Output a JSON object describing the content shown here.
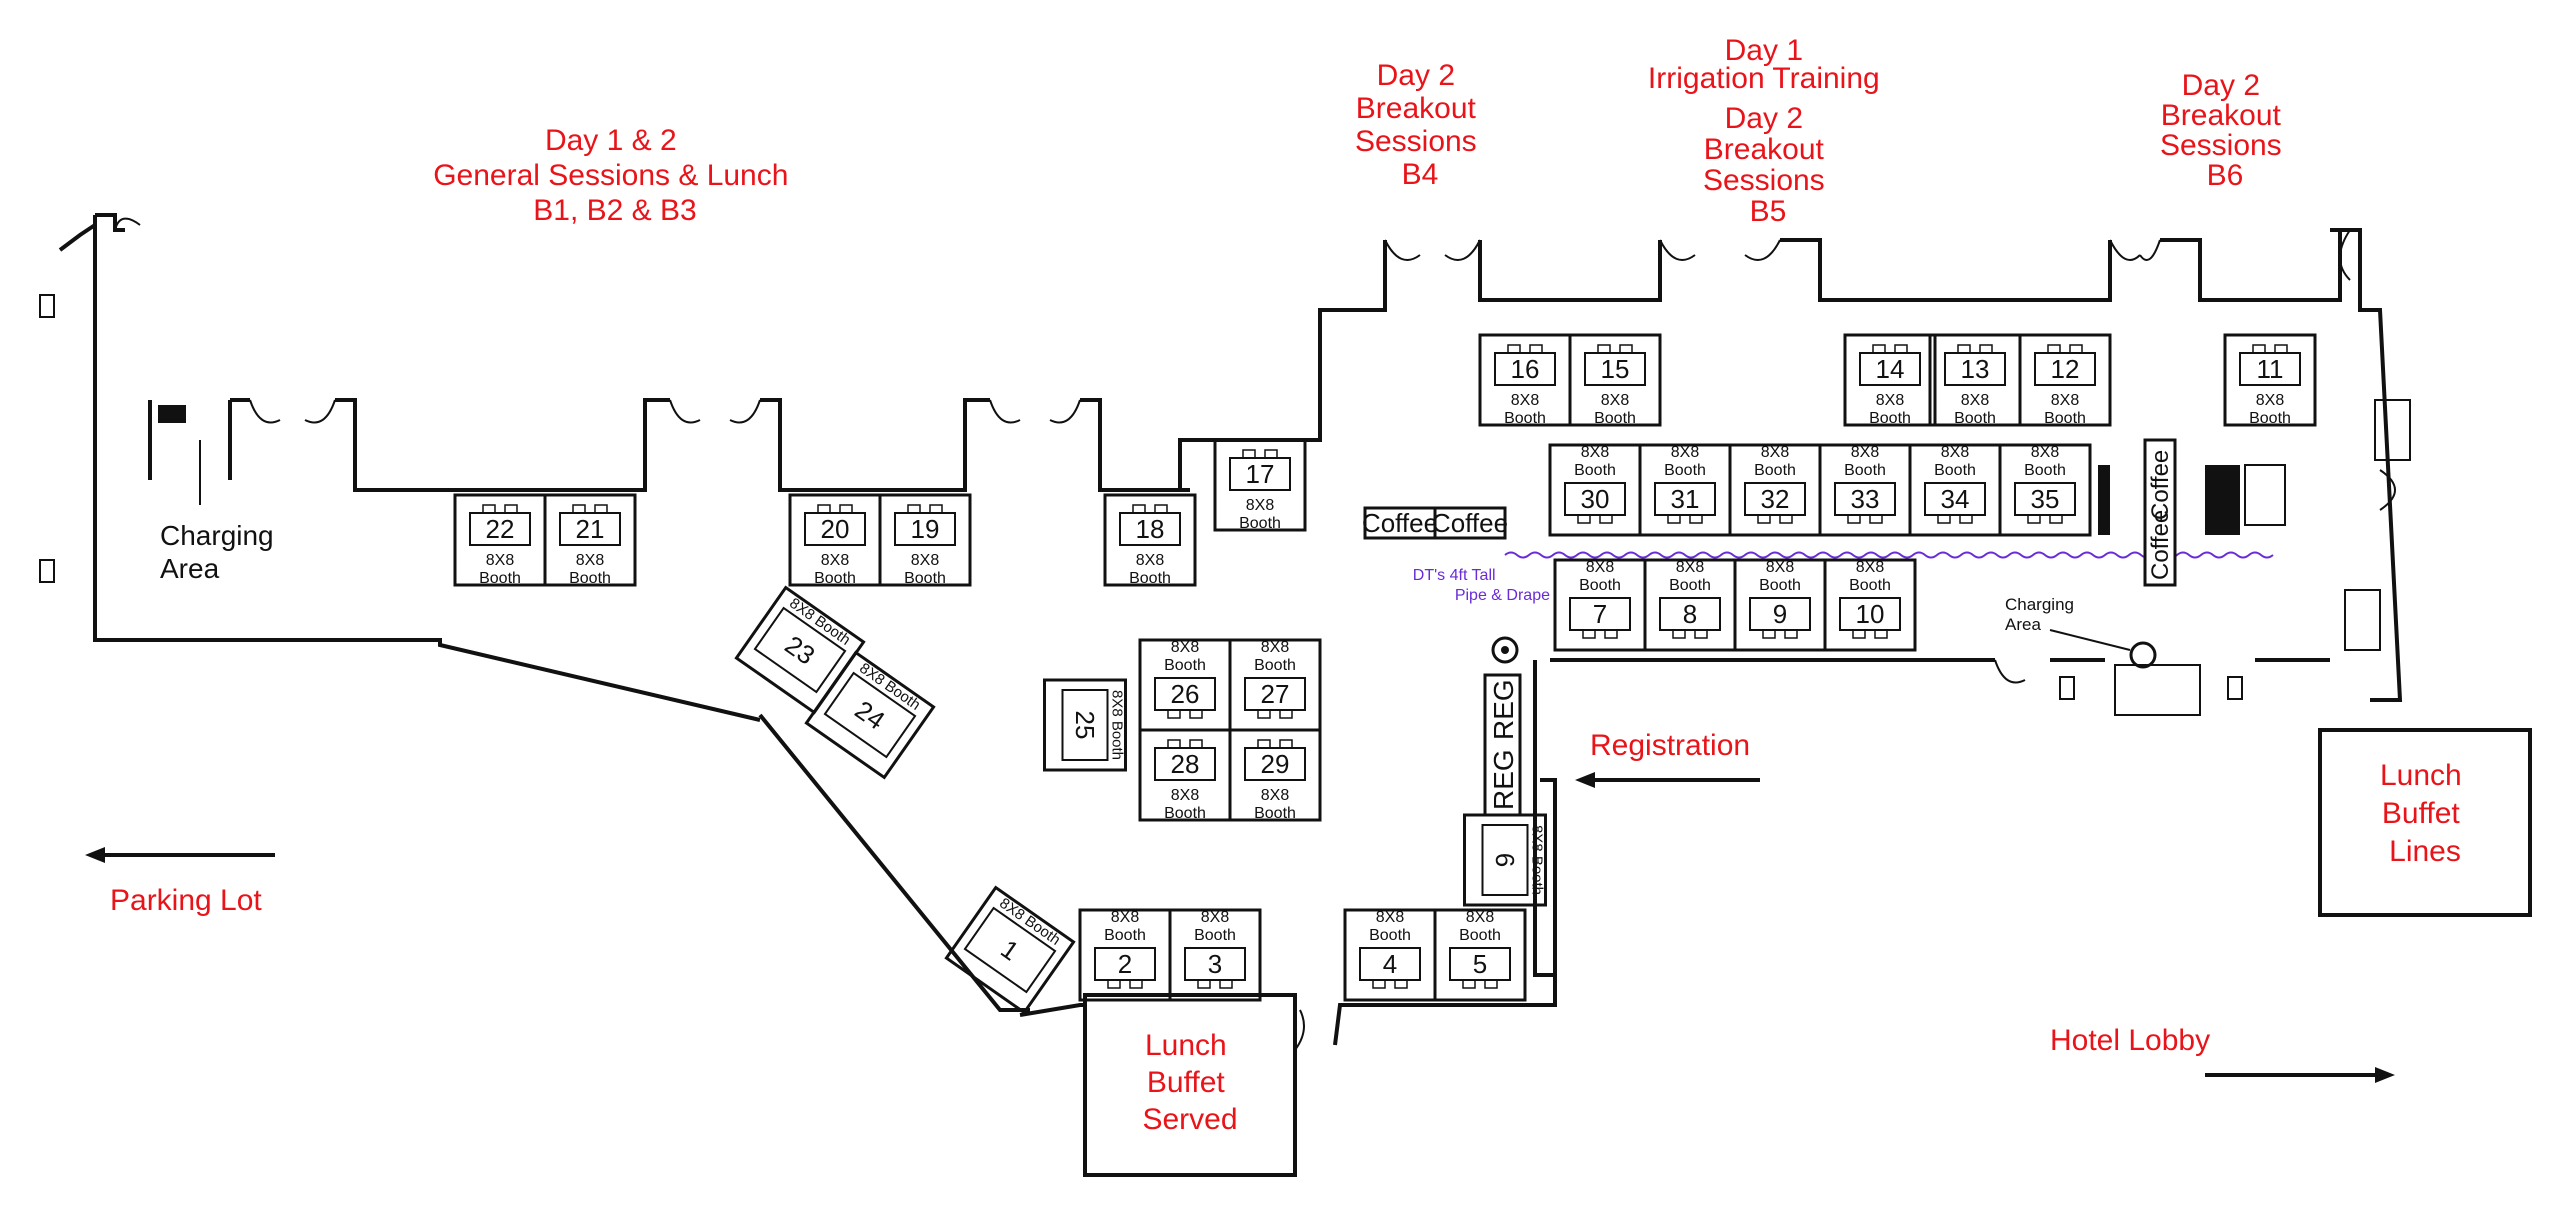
{
  "labels": {
    "general": [
      "Day 1 & 2",
      "General Sessions & Lunch",
      "B1, B2 & B3"
    ],
    "b4": [
      "Day 2",
      "Breakout",
      "Sessions",
      "B4"
    ],
    "b5": [
      "Day 1",
      "Irrigation Training",
      "Day 2",
      "Breakout",
      "Sessions",
      "B5"
    ],
    "b6": [
      "Day 2",
      "Breakout",
      "Sessions",
      "B6"
    ],
    "lunch_served": [
      "Lunch",
      "Buffet",
      "Served"
    ],
    "lunch_lines": [
      "Lunch",
      "Buffet",
      "Lines"
    ],
    "parking": "Parking Lot",
    "hotel_lobby": "Hotel Lobby",
    "registration": "Registration",
    "charging_left": [
      "Charging",
      "Area"
    ],
    "charging_right": [
      "Charging",
      "Area"
    ],
    "pipe_drape": [
      "DT's 4ft Tall",
      "Pipe & Drape"
    ],
    "reg": "REG",
    "coffee": "Coffee",
    "booth_size": "8X8",
    "booth_word": "Booth"
  },
  "booths": [
    "1",
    "2",
    "3",
    "4",
    "5",
    "6",
    "7",
    "8",
    "9",
    "10",
    "11",
    "12",
    "13",
    "14",
    "15",
    "16",
    "17",
    "18",
    "19",
    "20",
    "21",
    "22",
    "23",
    "24",
    "25",
    "26",
    "27",
    "28",
    "29",
    "30",
    "31",
    "32",
    "33",
    "34",
    "35"
  ],
  "colors": {
    "label_red": "#e8141a",
    "pipe_purple": "#6a2bd9",
    "walls": "#111111"
  }
}
